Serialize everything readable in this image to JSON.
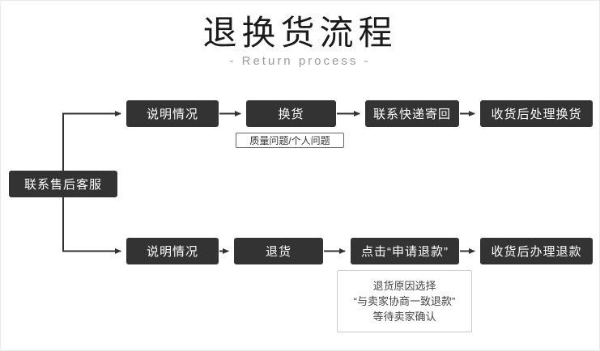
{
  "header": {
    "title": "退换货流程",
    "subtitle": "- Return process -"
  },
  "flow": {
    "start": "联系售后客服",
    "exchange": {
      "step1": "说明情况",
      "step2": "换货",
      "step3": "联系快递寄回",
      "step4": "收货后处理换货",
      "note": "质量问题/个人问题"
    },
    "refund": {
      "step1": "说明情况",
      "step2": "退货",
      "step3": "点击“申请退款”",
      "step4": "收货后办理退款",
      "note_lines": [
        "退货原因选择",
        "“与卖家协商一致退款”",
        "等待卖家确认"
      ]
    }
  },
  "colors": {
    "box_background": "#333333",
    "box_text": "#ffffff",
    "title_text": "#1a1a1a",
    "subtitle_text": "#9b9b9b",
    "arrow": "#333333",
    "small_note_border": "#666666",
    "big_note_border": "#cccccc",
    "background": "#ffffff"
  }
}
